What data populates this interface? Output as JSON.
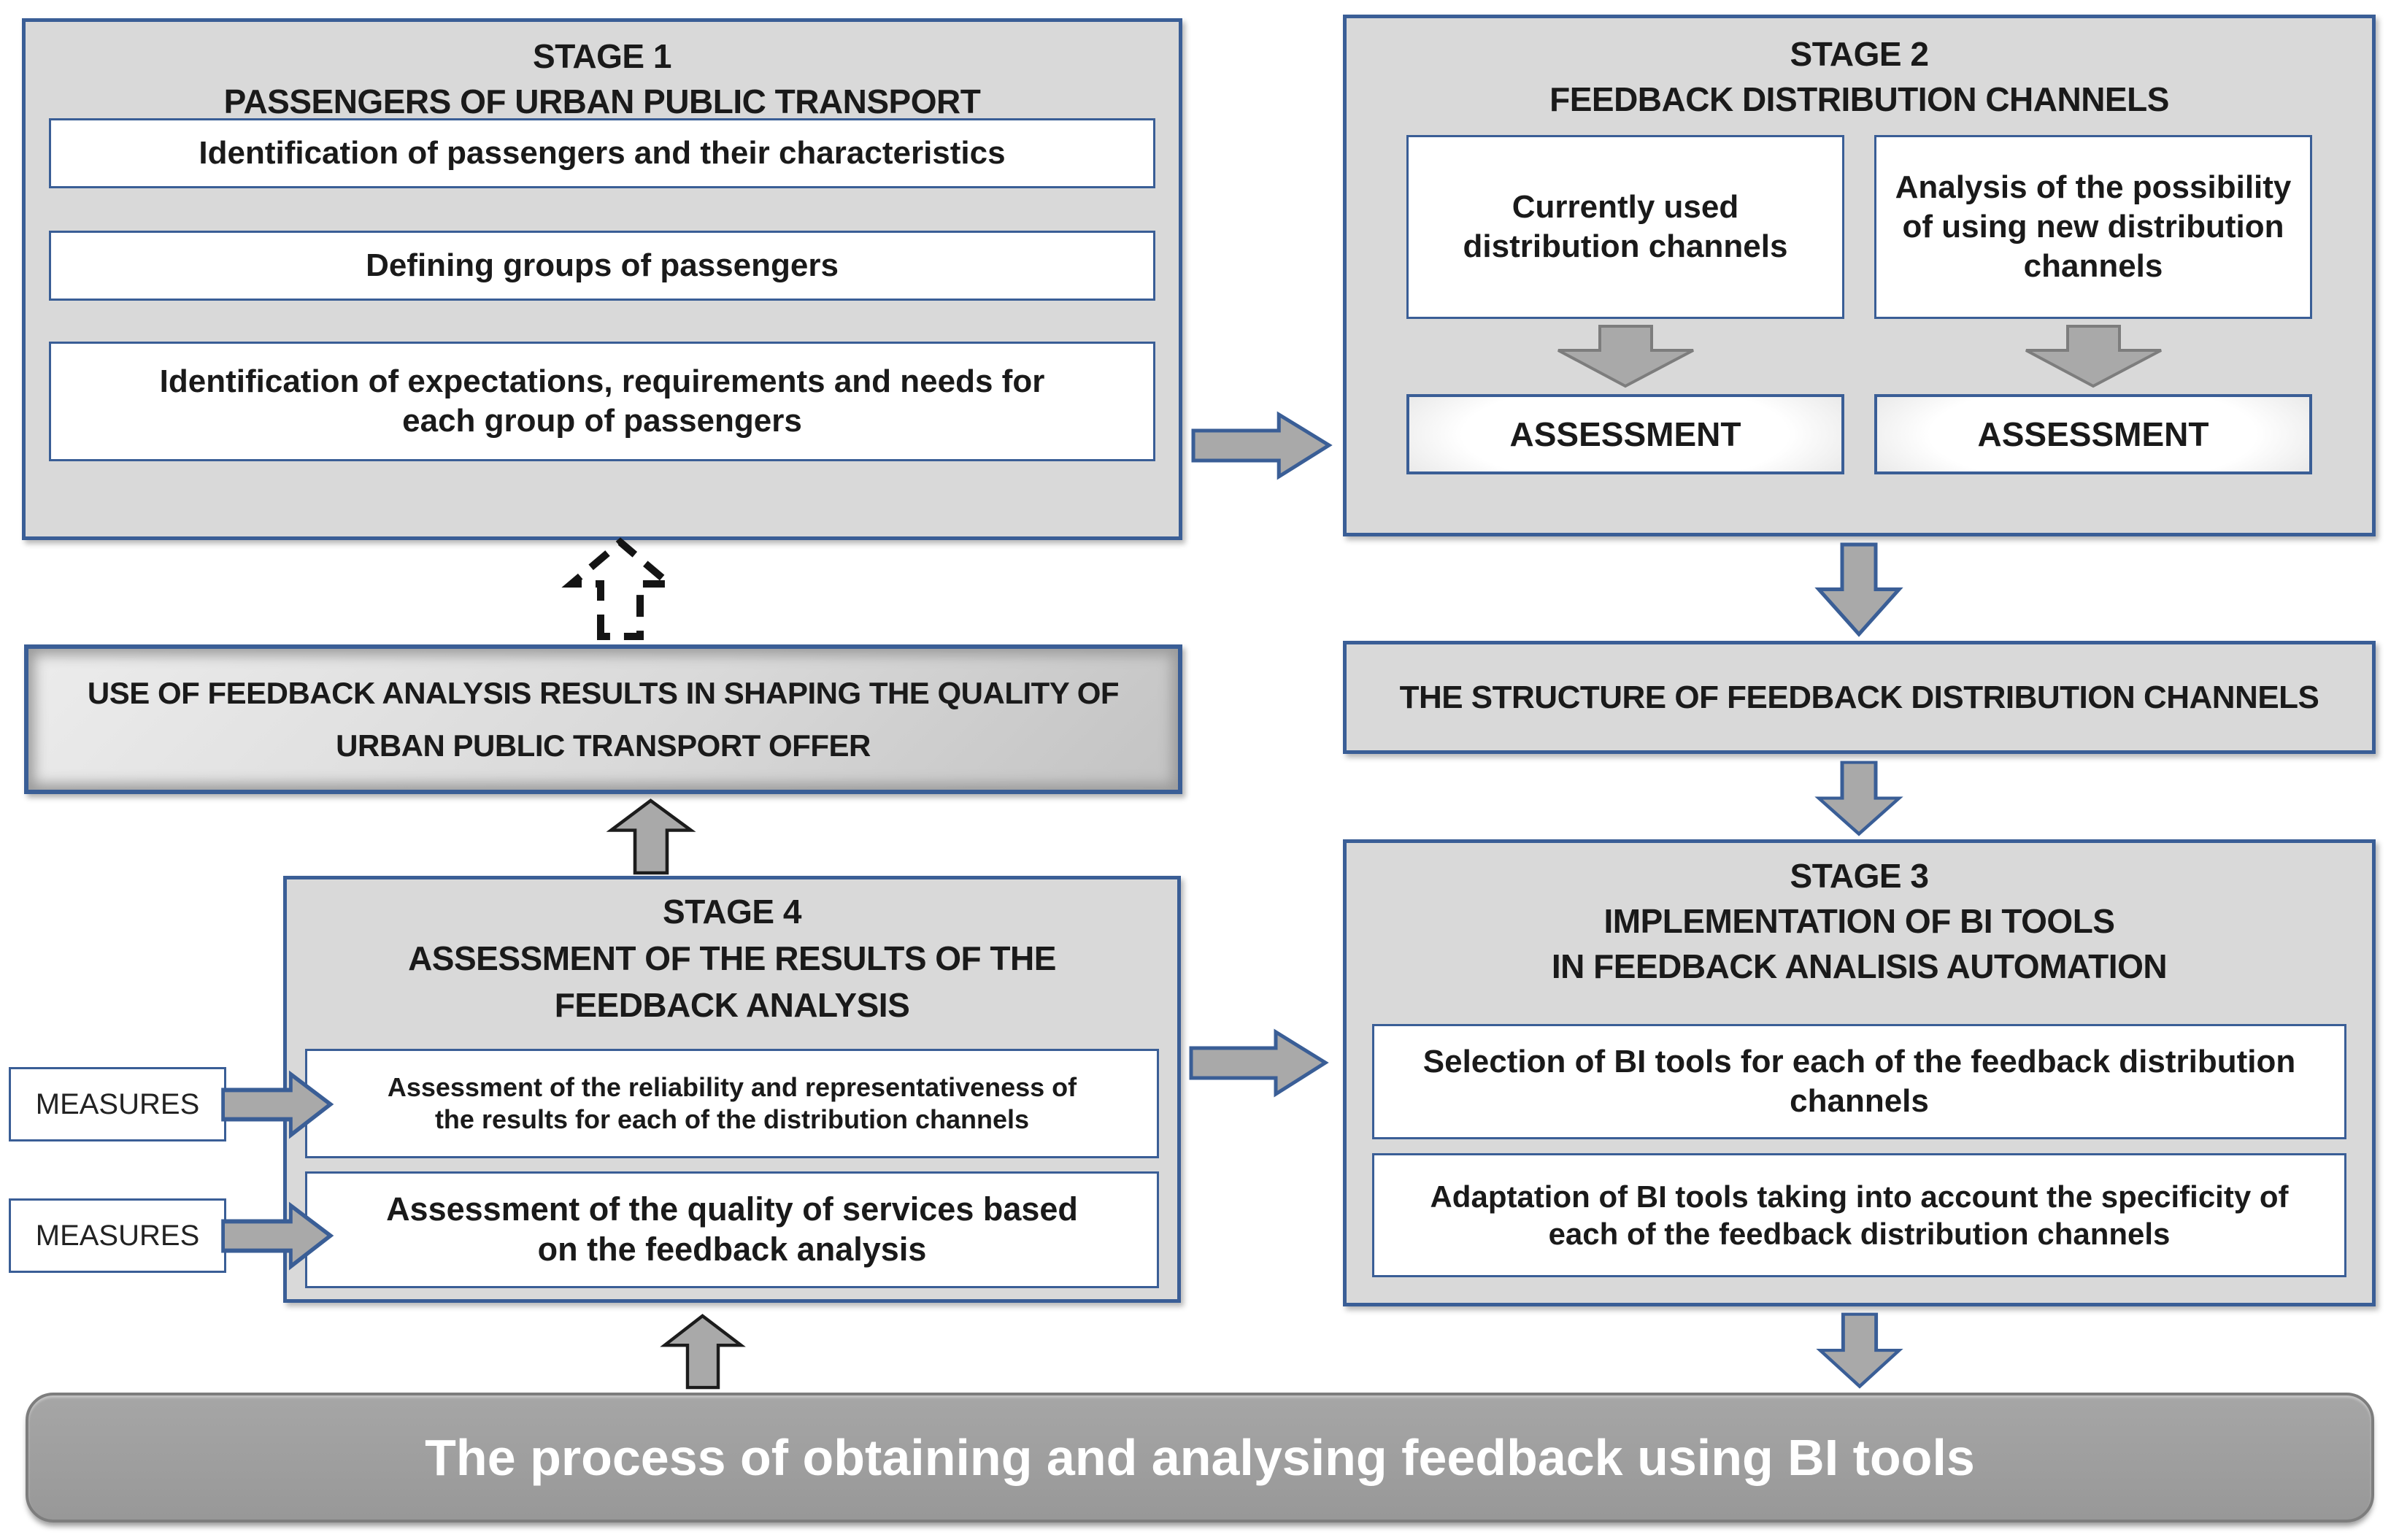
{
  "stage1": {
    "label": "STAGE 1",
    "title": "PASSENGERS OF URBAN PUBLIC TRANSPORT",
    "items": [
      "Identification of passengers and their characteristics",
      "Defining groups of passengers",
      "Identification of expectations, requirements and needs for each group of passengers"
    ]
  },
  "stage2": {
    "label": "STAGE 2",
    "title": "FEEDBACK DISTRIBUTION CHANNELS",
    "left_box": "Currently used distribution channels",
    "right_box": "Analysis of the possibility of using new distribution channels",
    "assessment_left": "ASSESSMENT",
    "assessment_right": "ASSESSMENT"
  },
  "structure_box": "THE STRUCTURE OF FEEDBACK DISTRIBUTION CHANNELS",
  "stage3": {
    "label": "STAGE 3",
    "title_line1": "IMPLEMENTATION OF BI TOOLS",
    "title_line2": "IN FEEDBACK ANALISIS AUTOMATION",
    "items": [
      "Selection of BI tools for each of the feedback distribution channels",
      "Adaptation of BI tools taking into account the specificity of each of the feedback distribution channels"
    ]
  },
  "stage4": {
    "label": "STAGE 4",
    "title": "ASSESSMENT OF THE RESULTS OF THE FEEDBACK ANALYSIS",
    "items": [
      "Assessment of the reliability and representativeness of the results for each of the distribution channels",
      "Assessment of the quality of services based on the feedback analysis"
    ]
  },
  "use_box": "USE OF FEEDBACK ANALYSIS RESULTS IN SHAPING THE QUALITY OF URBAN PUBLIC TRANSPORT OFFER",
  "measures_top": "MEASURES",
  "measures_bottom": "MEASURES",
  "footer": "The process of obtaining and analysing feedback using BI tools",
  "colors": {
    "border_blue": "#3a5e96",
    "box_gray": "#d9d9d9",
    "arrow_gray": "#a9a9a9",
    "footer_gray": "#9c9c9c",
    "text_dark": "#1a1a1a"
  }
}
